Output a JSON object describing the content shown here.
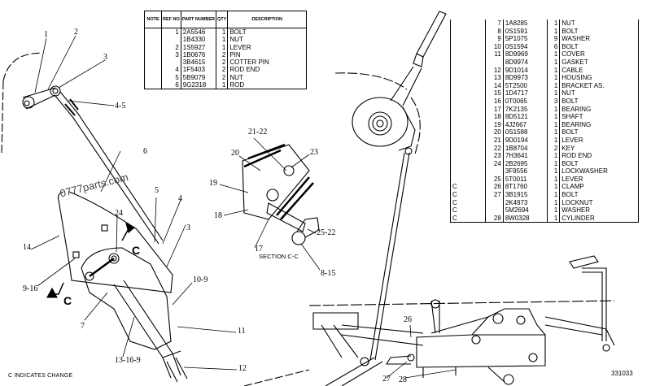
{
  "parts_table_1": {
    "headers": [
      "NOTE",
      "REF NO",
      "PART NUMBER",
      "QTY",
      "DESCRIPTION"
    ],
    "rows": [
      {
        "note": "",
        "ref": "1",
        "part": "2A5546",
        "qty": "1",
        "desc": "BOLT"
      },
      {
        "note": "",
        "ref": "",
        "part": "1B4330",
        "qty": "1",
        "desc": "NUT"
      },
      {
        "note": "",
        "ref": "2",
        "part": "1S5927",
        "qty": "1",
        "desc": "LEVER"
      },
      {
        "note": "",
        "ref": "3",
        "part": "1B0676",
        "qty": "2",
        "desc": "PIN"
      },
      {
        "note": "",
        "ref": "",
        "part": "3B4615",
        "qty": "2",
        "desc": "COTTER PIN"
      },
      {
        "note": "",
        "ref": "4",
        "part": "1F5403",
        "qty": "2",
        "desc": "ROD END"
      },
      {
        "note": "",
        "ref": "5",
        "part": "5B9079",
        "qty": "2",
        "desc": "NUT"
      },
      {
        "note": "",
        "ref": "6",
        "part": "9G2318",
        "qty": "1",
        "desc": "ROD"
      }
    ]
  },
  "parts_table_2": {
    "rows": [
      {
        "note": "",
        "ref": "7",
        "part": "1A8285",
        "qty": "1",
        "desc": "NUT"
      },
      {
        "note": "",
        "ref": "8",
        "part": "0S1591",
        "qty": "1",
        "desc": "BOLT"
      },
      {
        "note": "",
        "ref": "9",
        "part": "5P1075",
        "qty": "9",
        "desc": "WASHER"
      },
      {
        "note": "",
        "ref": "10",
        "part": "0S1594",
        "qty": "6",
        "desc": "BOLT"
      },
      {
        "note": "",
        "ref": "11",
        "part": "8D9969",
        "qty": "1",
        "desc": "COVER"
      },
      {
        "note": "",
        "ref": "",
        "part": "8D9974",
        "qty": "1",
        "desc": "GASKET"
      },
      {
        "note": "",
        "ref": "12",
        "part": "9D1014",
        "qty": "1",
        "desc": "CABLE"
      },
      {
        "note": "",
        "ref": "13",
        "part": "8D9973",
        "qty": "1",
        "desc": "HOUSING"
      },
      {
        "note": "",
        "ref": "14",
        "part": "5T2500",
        "qty": "1",
        "desc": "BRACKET AS."
      },
      {
        "note": "",
        "ref": "15",
        "part": "1D4717",
        "qty": "1",
        "desc": "NUT"
      },
      {
        "note": "",
        "ref": "16",
        "part": "0T0065",
        "qty": "3",
        "desc": "BOLT"
      },
      {
        "note": "",
        "ref": "17",
        "part": "7K2135",
        "qty": "1",
        "desc": "BEARING"
      },
      {
        "note": "",
        "ref": "18",
        "part": "8D5121",
        "qty": "1",
        "desc": "SHAFT"
      },
      {
        "note": "",
        "ref": "19",
        "part": "4J2667",
        "qty": "1",
        "desc": "BEARING"
      },
      {
        "note": "",
        "ref": "20",
        "part": "0S1588",
        "qty": "1",
        "desc": "BOLT"
      },
      {
        "note": "",
        "ref": "21",
        "part": "9D0194",
        "qty": "1",
        "desc": "LEVER"
      },
      {
        "note": "",
        "ref": "22",
        "part": "1B8704",
        "qty": "2",
        "desc": "KEY"
      },
      {
        "note": "",
        "ref": "23",
        "part": "7H3641",
        "qty": "1",
        "desc": "ROD END"
      },
      {
        "note": "",
        "ref": "24",
        "part": "2B2695",
        "qty": "1",
        "desc": "BOLT"
      },
      {
        "note": "",
        "ref": "",
        "part": "3F9556",
        "qty": "1",
        "desc": "LOCKWASHER"
      },
      {
        "note": "",
        "ref": "25",
        "part": "5T0011",
        "qty": "1",
        "desc": "LEVER"
      },
      {
        "note": "C",
        "ref": "26",
        "part": "8T1760",
        "qty": "1",
        "desc": "CLAMP"
      },
      {
        "note": "C",
        "ref": "27",
        "part": "3B1915",
        "qty": "1",
        "desc": "BOLT"
      },
      {
        "note": "C",
        "ref": "",
        "part": "2K4973",
        "qty": "1",
        "desc": "LOCKNUT"
      },
      {
        "note": "C",
        "ref": "",
        "part": "5M2694",
        "qty": "1",
        "desc": "WASHER"
      },
      {
        "note": "C",
        "ref": "28",
        "part": "8W0328",
        "qty": "1",
        "desc": "CYLINDER"
      }
    ]
  },
  "callouts": {
    "c1": "1",
    "c2": "2",
    "c3": "3",
    "c4_5": "4-5",
    "c6": "6",
    "c5": "5",
    "c4": "4",
    "c3b": "3",
    "c24": "24",
    "c14": "14",
    "c9_16": "9-16",
    "c7": "7",
    "c10_9": "10-9",
    "c11": "11",
    "c13_16_9": "13-16-9",
    "c12": "12",
    "c21_22": "21-22",
    "c20": "20",
    "c23": "23",
    "c19": "19",
    "c18": "18",
    "c17": "17",
    "c25_22": "25-22",
    "c8_15": "8-15",
    "c26": "26",
    "c27": "27",
    "c28": "28",
    "section_mark_1": "C",
    "section_mark_2": "C"
  },
  "section_title": "SECTION C-C",
  "watermark": "0777parts.com",
  "footnote": "C   INDICATES CHANGE",
  "drawing_number": "331033"
}
